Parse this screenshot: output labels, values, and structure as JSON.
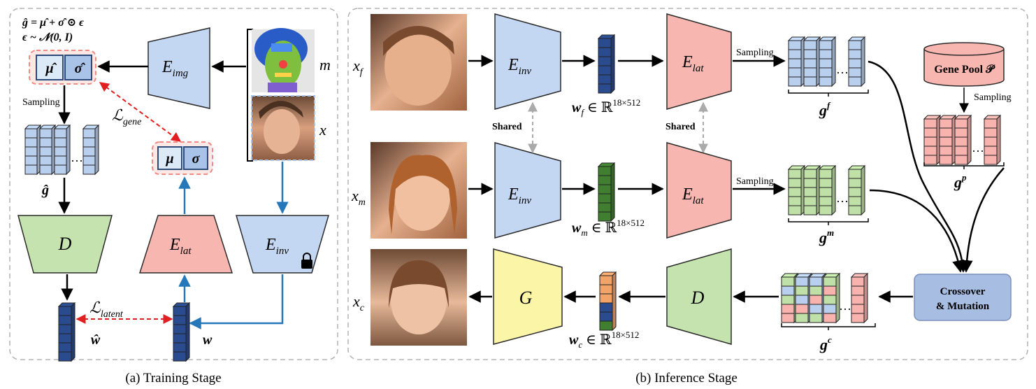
{
  "panel_a": {
    "caption": "(a) Training Stage",
    "eq_line1": "ĝ = μ̂ + σ̂ ⊙ ϵ",
    "eq_line2": "ϵ ~ 𝒩(0, I)",
    "mu_hat": "μ̂",
    "sigma_hat": "σ̂",
    "mu": "μ",
    "sigma": "σ",
    "enc_img": "E",
    "enc_img_sub": "img",
    "enc_lat": "E",
    "enc_lat_sub": "lat",
    "enc_inv": "E",
    "enc_inv_sub": "inv",
    "decoder": "D",
    "sampling": "Sampling",
    "g_hat": "ĝ",
    "loss_gene": "ℒ",
    "loss_gene_sub": "gene",
    "loss_latent": "ℒ",
    "loss_latent_sub": "latent",
    "w_hat": "ŵ",
    "w": "w",
    "mask_label": "m",
    "image_label": "x"
  },
  "panel_b": {
    "caption": "(b) Inference Stage",
    "x_f": "x",
    "x_f_sub": "f",
    "x_m": "x",
    "x_m_sub": "m",
    "x_c": "x",
    "x_c_sub": "c",
    "enc_inv": "E",
    "enc_inv_sub": "inv",
    "enc_lat": "E",
    "enc_lat_sub": "lat",
    "generator": "G",
    "decoder": "D",
    "shared": "Shared",
    "sampling": "Sampling",
    "w_f": "w",
    "w_f_sub": "f",
    "w_m": "w",
    "w_m_sub": "m",
    "w_c": "w",
    "w_c_sub": "c",
    "w_space": "∈ ℝ",
    "w_dim": "18×512",
    "g_f": "g",
    "g_f_sup": "f",
    "g_m": "g",
    "g_m_sup": "m",
    "g_p": "g",
    "g_p_sup": "p",
    "g_c": "g",
    "g_c_sup": "c",
    "gene_pool": "Gene Pool 𝒫",
    "crossover_line1": "Crossover",
    "crossover_line2": "& Mutation"
  },
  "colors": {
    "blue_block": "#b9cfee",
    "pink_block": "#f8b3ae",
    "green_block": "#bfe0a6",
    "yellow_block": "#fbf5a8",
    "navy_latent": "#2a4b8d",
    "green_latent": "#3f7f2f",
    "orange_latent": "#f2a36a",
    "crossover_box": "#a8bde2",
    "blue_arrow": "#2477b8",
    "red_dash": "#e02020"
  }
}
